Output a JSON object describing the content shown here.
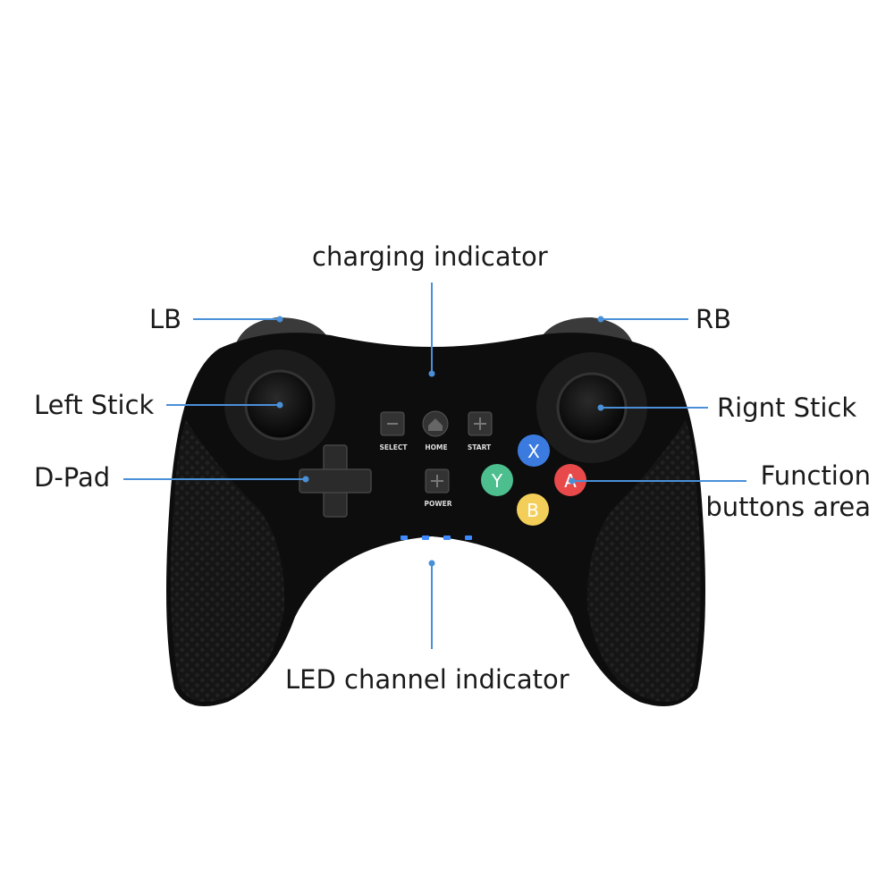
{
  "labels": {
    "charging_indicator": "charging indicator",
    "lb": "LB",
    "rb": "RB",
    "left_stick": "Left Stick",
    "right_stick": "Rignt Stick",
    "dpad": "D-Pad",
    "function_buttons_line1": "Function",
    "function_buttons_line2": "buttons area",
    "led_channel_indicator": "LED channel  indicator"
  },
  "controller": {
    "select": "SELECT",
    "home": "HOME",
    "start": "START",
    "power": "POWER",
    "buttons": {
      "x": "X",
      "y": "Y",
      "a": "A",
      "b": "B"
    }
  },
  "colors": {
    "callout_line": "#4a90d9",
    "led": "#3d8bff",
    "button_x": "#3b7be0",
    "button_y": "#4dbf8e",
    "button_a": "#e8494a",
    "button_b": "#f3cf5a",
    "body": "#0d0d0d"
  },
  "led_count": 4
}
